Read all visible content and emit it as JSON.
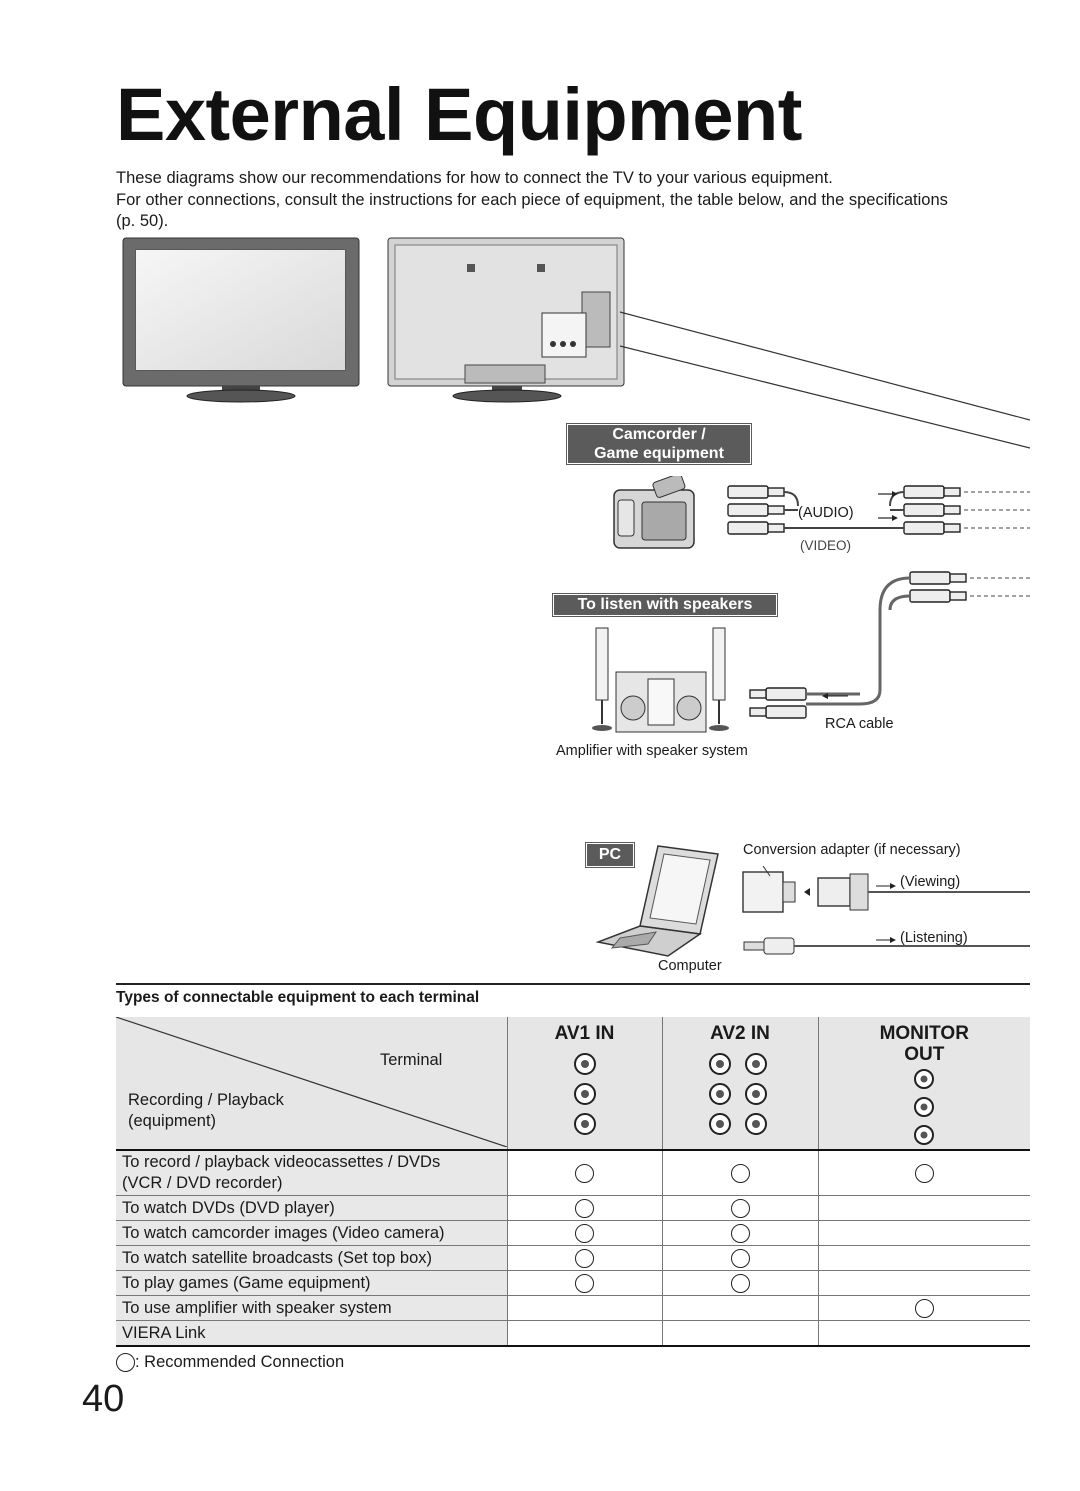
{
  "page": {
    "title": "External Equipment",
    "intro": [
      "These diagrams show our recommendations for how to connect the TV to your various equipment.",
      "For other connections, consult the instructions for each piece of equipment, the table below, and the specifications (p. 50)."
    ],
    "page_number": "40"
  },
  "diagram": {
    "camcorder_label_line1": "Camcorder /",
    "camcorder_label_line2": "Game equipment",
    "audio_label": "(AUDIO)",
    "video_label": "(VIDEO)",
    "speakers_label": "To listen with speakers",
    "rca_cable": "RCA cable",
    "amplifier_caption": "Amplifier with speaker system",
    "pc_label": "PC",
    "conversion_adapter": "Conversion adapter (if necessary)",
    "viewing": "(Viewing)",
    "listening": "(Listening)",
    "computer": "Computer"
  },
  "table": {
    "section_title": "Types of connectable equipment to each terminal",
    "corner_terminal": "Terminal",
    "corner_equipment_line1": "Recording / Playback",
    "corner_equipment_line2": "(equipment)",
    "columns": [
      {
        "line1": "AV1 IN",
        "line2": ""
      },
      {
        "line1": "AV2 IN",
        "line2": ""
      },
      {
        "line1": "MONITOR",
        "line2": "OUT"
      }
    ],
    "rows": [
      {
        "label_line1": "To record / playback videocassettes / DVDs",
        "label_line2": "(VCR / DVD recorder)",
        "av1": true,
        "av2": true,
        "monitor": true
      },
      {
        "label_line1": "To watch DVDs (DVD player)",
        "label_line2": "",
        "av1": true,
        "av2": true,
        "monitor": false
      },
      {
        "label_line1": "To watch camcorder images (Video camera)",
        "label_line2": "",
        "av1": true,
        "av2": true,
        "monitor": false
      },
      {
        "label_line1": "To watch satellite broadcasts (Set top box)",
        "label_line2": "",
        "av1": true,
        "av2": true,
        "monitor": false
      },
      {
        "label_line1": "To play games (Game equipment)",
        "label_line2": "",
        "av1": true,
        "av2": true,
        "monitor": false
      },
      {
        "label_line1": "To use amplifier with speaker system",
        "label_line2": "",
        "av1": false,
        "av2": false,
        "monitor": true
      },
      {
        "label_line1": "VIERA Link",
        "label_line2": "",
        "av1": false,
        "av2": false,
        "monitor": false
      }
    ],
    "legend": ": Recommended Connection"
  }
}
